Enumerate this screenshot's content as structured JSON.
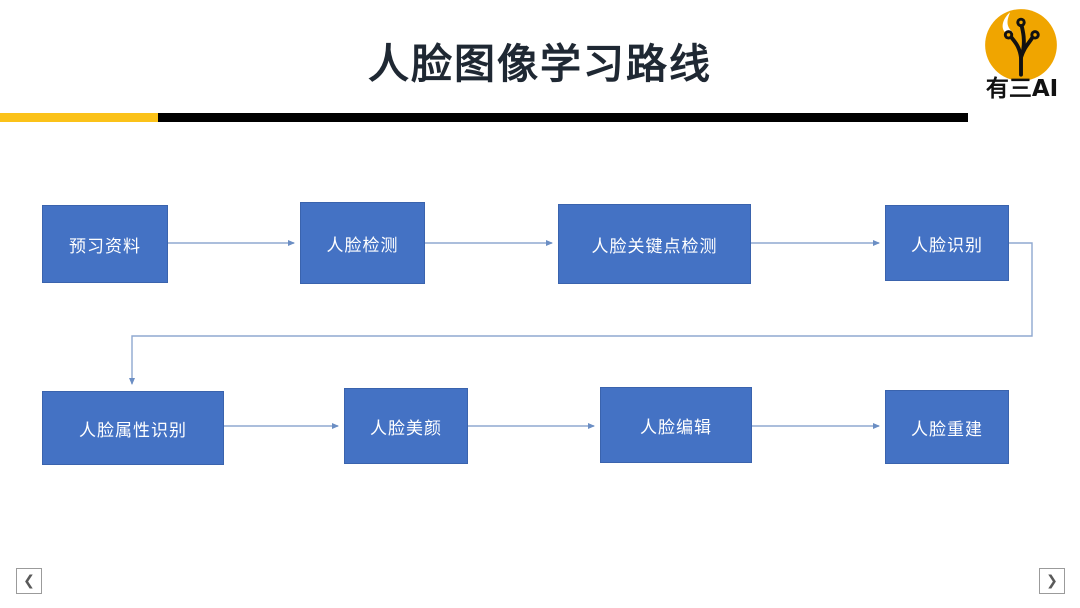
{
  "slide": {
    "title": "人脸图像学习路线",
    "title_color": "#1f2833",
    "background": "#ffffff"
  },
  "logo": {
    "text": "有三AI",
    "mark_name": "neural-flame-logo",
    "circle_color": "#f0a500",
    "mark_color": "#111111"
  },
  "divider": {
    "accent_color": "#fbc219",
    "bar_color": "#000000"
  },
  "flow": {
    "box_fill": "#4472c4",
    "box_border": "#3a63ad",
    "box_text_color": "#ffffff",
    "connector_color": "#8fa8d0",
    "rows": [
      {
        "row_label": "row-1",
        "boxes": [
          {
            "id": "prep",
            "label": "预习资料"
          },
          {
            "id": "detect",
            "label": "人脸检测"
          },
          {
            "id": "landmark",
            "label": "人脸关键点检测"
          },
          {
            "id": "recognize",
            "label": "人脸识别"
          }
        ]
      },
      {
        "row_label": "row-2",
        "boxes": [
          {
            "id": "attribute",
            "label": "人脸属性识别"
          },
          {
            "id": "beauty",
            "label": "人脸美颜"
          },
          {
            "id": "edit",
            "label": "人脸编辑"
          },
          {
            "id": "rebuild",
            "label": "人脸重建"
          }
        ]
      }
    ]
  },
  "nav": {
    "prev_label": "❮",
    "next_label": "❯"
  }
}
